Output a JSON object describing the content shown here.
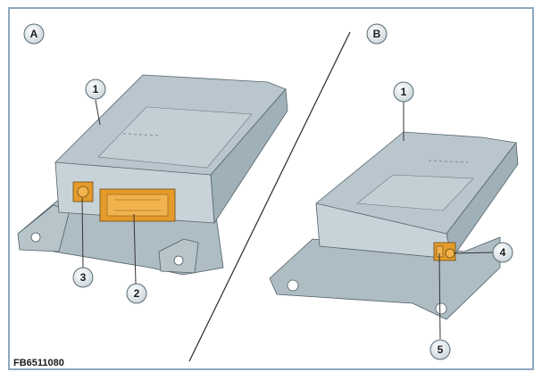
{
  "figure": {
    "panels": [
      {
        "id": "A",
        "label": "A"
      },
      {
        "id": "B",
        "label": "B"
      }
    ],
    "callouts": [
      {
        "id": "a1",
        "text": "1"
      },
      {
        "id": "a2",
        "text": "2"
      },
      {
        "id": "a3",
        "text": "3"
      },
      {
        "id": "b1",
        "text": "1"
      },
      {
        "id": "b4",
        "text": "4"
      },
      {
        "id": "b5",
        "text": "5"
      }
    ],
    "reference_code": "FB6511080",
    "colors": {
      "housing_top": "#b9c6cd",
      "housing_side": "#9fb0b9",
      "housing_front": "#c8d3d9",
      "bracket": "#aebdc4",
      "connector": "#e49b2c",
      "frame": "#8fa8c0"
    }
  }
}
